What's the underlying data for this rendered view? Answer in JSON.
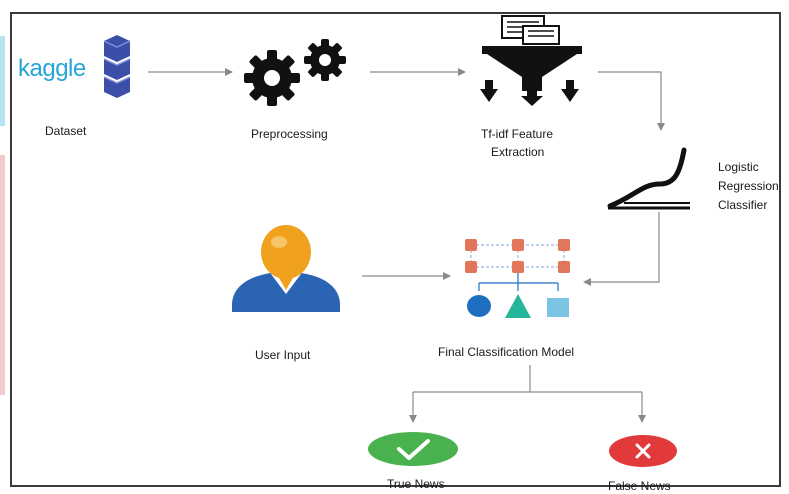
{
  "nodes": {
    "dataset": {
      "brand": "kaggle",
      "label": "Dataset"
    },
    "preprocessing": {
      "label": "Preprocessing"
    },
    "tfidf": {
      "label_line1": "Tf-idf Feature",
      "label_line2": "Extraction"
    },
    "logistic": {
      "label_line1": "Logistic",
      "label_line2": "Regression",
      "label_line3": "Classifier"
    },
    "user_input": {
      "label": "User Input"
    },
    "final_model": {
      "label": "Final Classification Model"
    },
    "true_news": {
      "label": "True News"
    },
    "false_news": {
      "label": "False News"
    }
  },
  "colors": {
    "kaggle_blue": "#27a5d6",
    "database_blue": "#3b4fa8",
    "gear_black": "#111111",
    "model_orange": "#e2765a",
    "model_blue": "#1e6fbf",
    "model_teal": "#25b59a",
    "model_lightblue": "#7cc4e4",
    "true_green": "#49b24f",
    "false_red": "#e23a3a",
    "user_orange": "#f0a21e",
    "user_blue": "#2c64b4",
    "connector_gray": "#8a8a8a"
  },
  "icons": [
    "database-icon",
    "gears-icon",
    "funnel-icon",
    "sigmoid-curve-icon",
    "user-icon",
    "model-hierarchy-icon",
    "check-icon",
    "cross-icon"
  ]
}
